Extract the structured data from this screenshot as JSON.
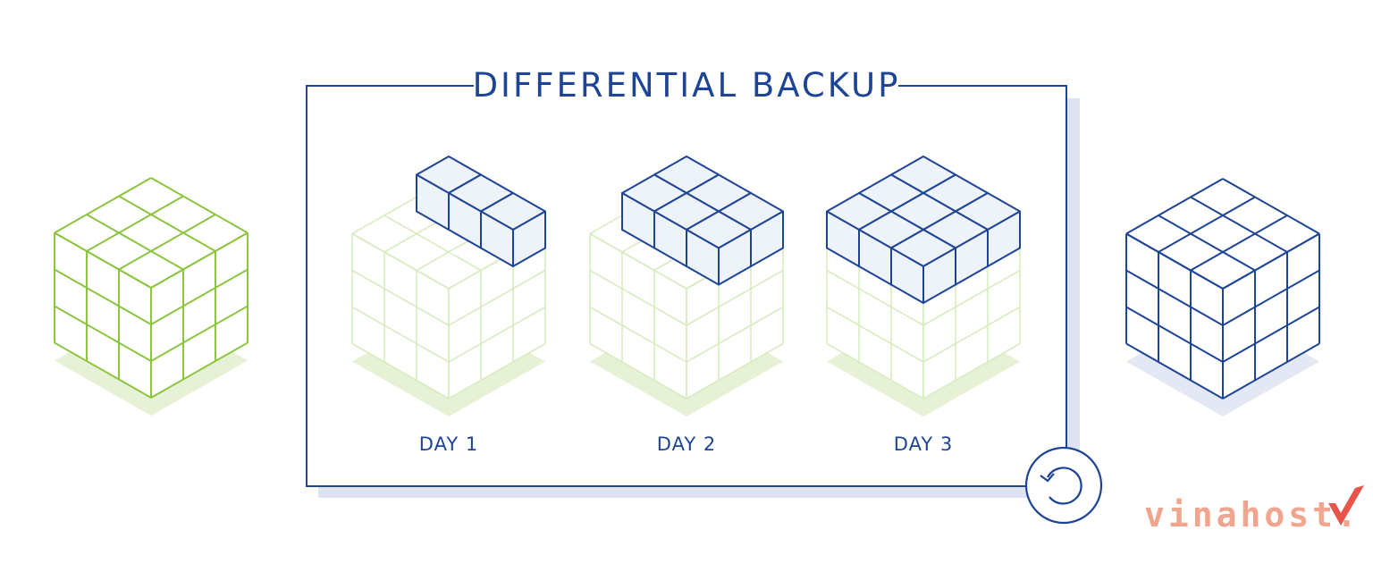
{
  "title": "DIFFERENTIAL BACKUP",
  "days": [
    {
      "label": "DAY 1",
      "backup_cubes": [
        [
          0,
          2,
          0
        ],
        [
          1,
          2,
          0
        ],
        [
          2,
          2,
          0
        ]
      ]
    },
    {
      "label": "DAY 2",
      "backup_cubes": [
        [
          0,
          2,
          0
        ],
        [
          1,
          2,
          0
        ],
        [
          2,
          2,
          0
        ],
        [
          0,
          2,
          1
        ],
        [
          1,
          2,
          1
        ],
        [
          2,
          2,
          1
        ]
      ]
    },
    {
      "label": "DAY 3",
      "backup_cubes": [
        [
          0,
          2,
          0
        ],
        [
          1,
          2,
          0
        ],
        [
          2,
          2,
          0
        ],
        [
          0,
          2,
          1
        ],
        [
          1,
          2,
          1
        ],
        [
          2,
          2,
          1
        ],
        [
          0,
          2,
          2
        ],
        [
          1,
          2,
          2
        ],
        [
          2,
          2,
          2
        ]
      ]
    }
  ],
  "source_cube": {
    "description": "full data set"
  },
  "restored_cube": {
    "description": "restored full backup"
  },
  "brand": {
    "text": "vinahost.",
    "check_icon": "check-icon"
  },
  "icons": {
    "restore": "restore-icon"
  },
  "colors": {
    "blue": "#1e4496",
    "light_blue_face": "#eef2f9",
    "green": "#8cc63f",
    "green_faded": "#d8ecc0",
    "green_shadow": "#e6f1d6",
    "blue_shadow": "#e3e8f4",
    "frame_shadow": "#dde3f1",
    "brand_orange": "#f2a58e",
    "brand_red": "#e8534a"
  }
}
